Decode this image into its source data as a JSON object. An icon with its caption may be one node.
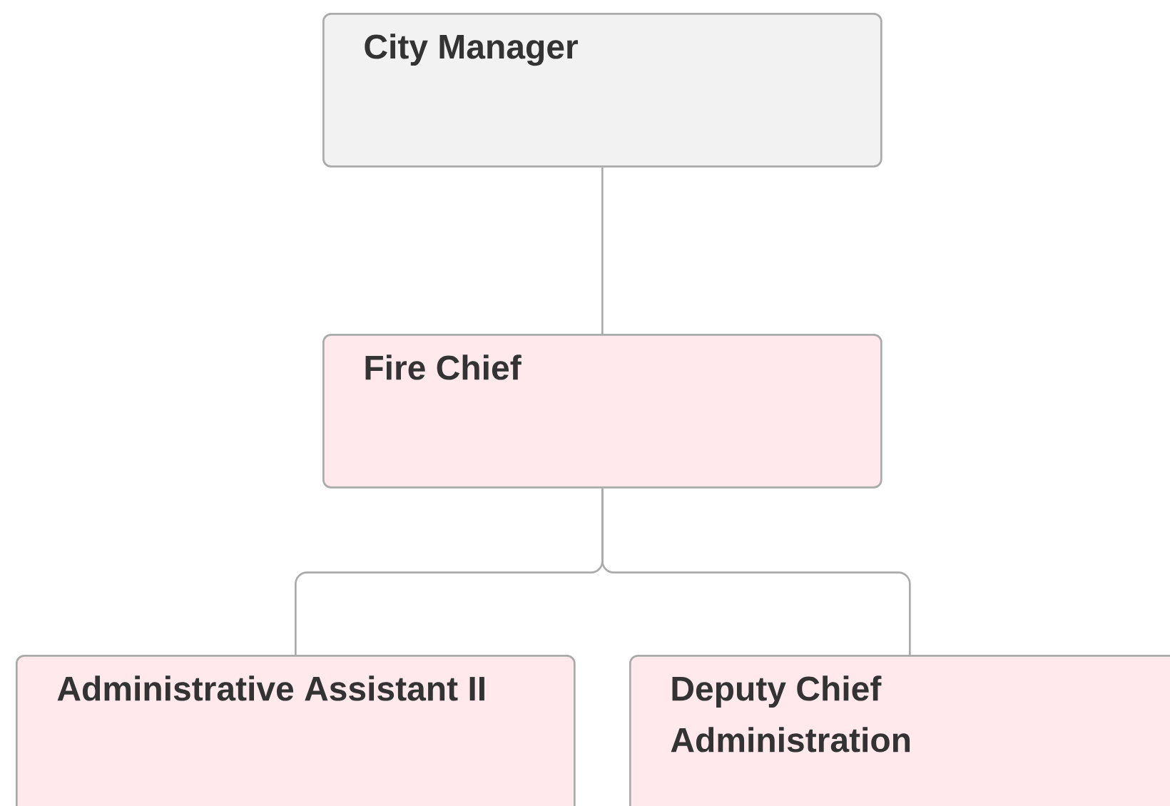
{
  "diagram": {
    "nodes": [
      {
        "text": [
          "City Manager"
        ]
      },
      {
        "text": [
          "Fire Chief"
        ]
      },
      {
        "text": [
          "Administrative Assistant II"
        ]
      },
      {
        "text": [
          "Deputy Chief Administration"
        ]
      }
    ],
    "edges": [
      {
        "from": 0,
        "to": 1,
        "arrow": "none"
      },
      {
        "from": 1,
        "to": 2,
        "arrow": "none"
      },
      {
        "from": 1,
        "to": 3,
        "arrow": "none"
      }
    ]
  }
}
